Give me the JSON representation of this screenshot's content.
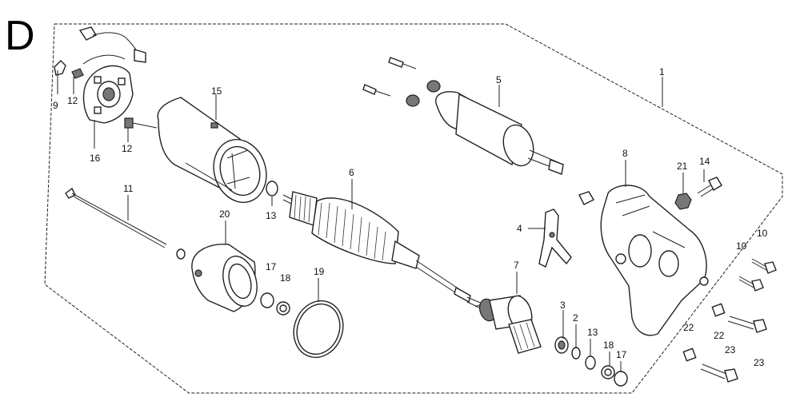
{
  "section_letter": "D",
  "callouts": [
    "1",
    "2",
    "3",
    "4",
    "5",
    "6",
    "7",
    "8",
    "9",
    "10",
    "10",
    "11",
    "12",
    "12",
    "13",
    "13",
    "14",
    "15",
    "16",
    "17",
    "17",
    "18",
    "18",
    "19",
    "20",
    "21",
    "22",
    "22",
    "23",
    "23"
  ]
}
